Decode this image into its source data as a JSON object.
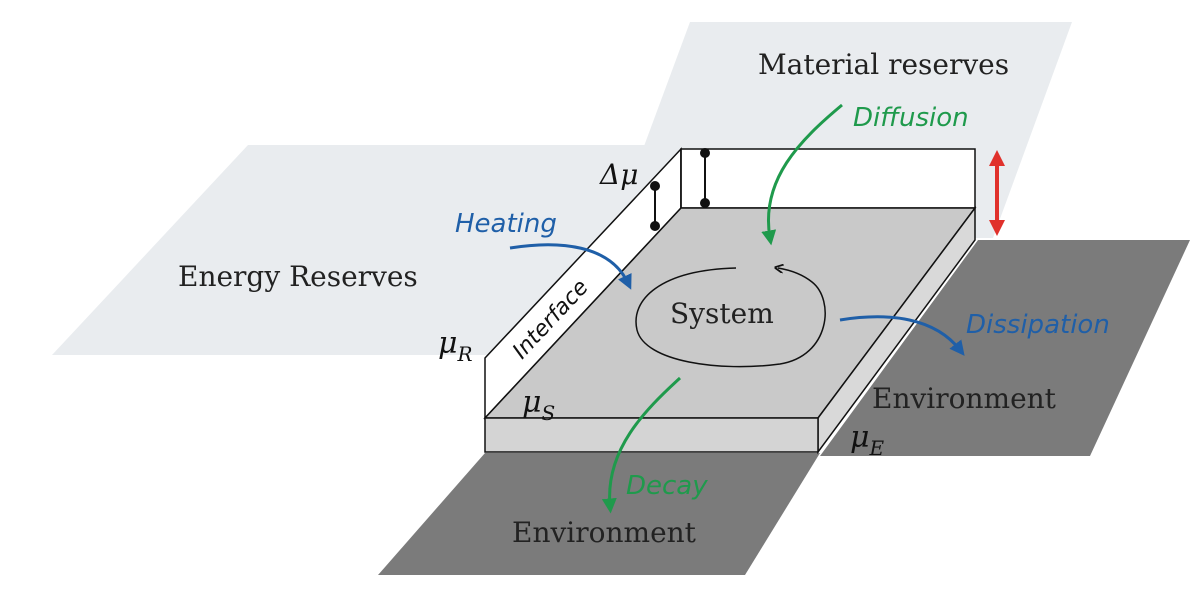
{
  "labels": {
    "material_reserves": "Material reserves",
    "energy_reserves": "Energy Reserves",
    "system": "System",
    "interface": "Interface",
    "environment_right": "Environment",
    "environment_bottom": "Environment",
    "heating": "Heating",
    "diffusion": "Diffusion",
    "dissipation": "Dissipation",
    "decay": "Decay",
    "delta_mu": "Δμ",
    "mu_r_base": "μ",
    "mu_r_sub": "R",
    "mu_s_base": "μ",
    "mu_s_sub": "S",
    "mu_e_base": "μ",
    "mu_e_sub": "E"
  },
  "colors": {
    "reserve_plane": "#e9ecef",
    "system_top": "#c9c9c9",
    "system_front": "#d4d4d4",
    "environment_plane": "#7b7b7b",
    "green_arrow": "#1f9a4c",
    "blue_arrow": "#1f5fa8",
    "red_arrow": "#e0312b",
    "outline": "#111111"
  }
}
